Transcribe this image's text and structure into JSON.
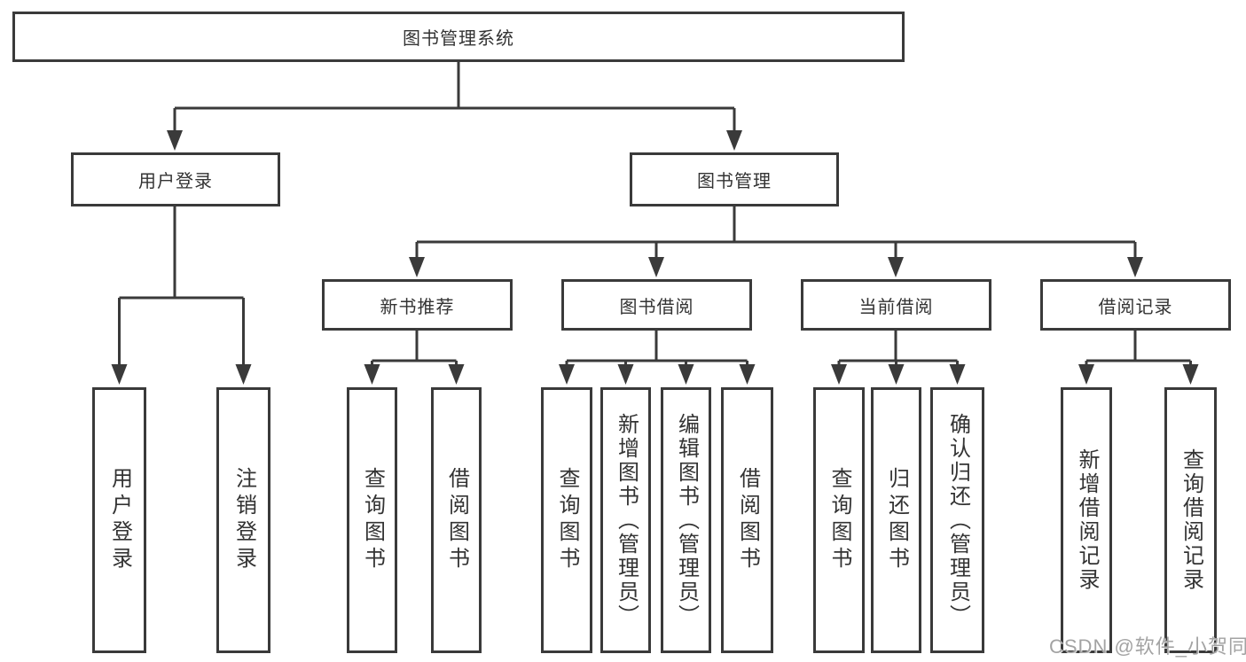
{
  "colors": {
    "line": "#3a3a3a",
    "box_border": "#3a3a3a",
    "text": "#333333",
    "watermark": "#a3a3a3",
    "background": "#ffffff"
  },
  "watermark": "CSDN @软件_小贺同学",
  "tree": {
    "root": {
      "label": "图书管理系统"
    },
    "user_branch": {
      "label": "用户登录",
      "children": [
        {
          "label": "用户登录"
        },
        {
          "label": "注销登录"
        }
      ]
    },
    "book_branch": {
      "label": "图书管理",
      "groups": [
        {
          "label": "新书推荐",
          "children": [
            {
              "label": "查询图书"
            },
            {
              "label": "借阅图书"
            }
          ]
        },
        {
          "label": "图书借阅",
          "children": [
            {
              "label": "查询图书"
            },
            {
              "label": "新增图书（管理员）"
            },
            {
              "label": "编辑图书（管理员）"
            },
            {
              "label": "借阅图书"
            }
          ]
        },
        {
          "label": "当前借阅",
          "children": [
            {
              "label": "查询图书"
            },
            {
              "label": "归还图书"
            },
            {
              "label": "确认归还（管理员）"
            }
          ]
        },
        {
          "label": "借阅记录",
          "children": [
            {
              "label": "新增借阅记录"
            },
            {
              "label": "查询借阅记录"
            }
          ]
        }
      ]
    }
  }
}
